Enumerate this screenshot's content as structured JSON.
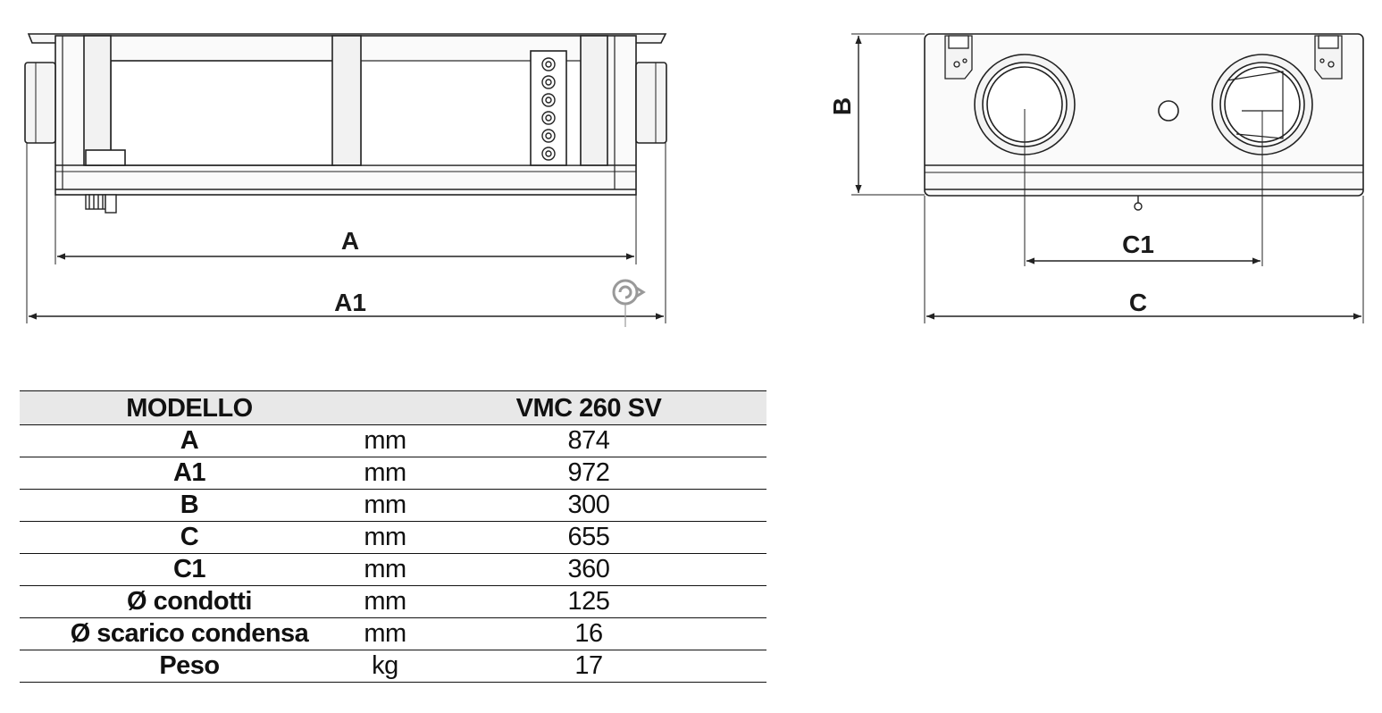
{
  "drawing": {
    "side_view": {
      "labels": {
        "a": "A",
        "a1": "A1"
      }
    },
    "front_view": {
      "labels": {
        "b": "B",
        "c1": "C1",
        "c": "C"
      }
    }
  },
  "table": {
    "header": {
      "model_label": "MODELLO",
      "model_name": "VMC 260 SV"
    },
    "rows": [
      {
        "name": "A",
        "unit": "mm",
        "value": "874"
      },
      {
        "name": "A1",
        "unit": "mm",
        "value": "972"
      },
      {
        "name": "B",
        "unit": "mm",
        "value": "300"
      },
      {
        "name": "C",
        "unit": "mm",
        "value": "655"
      },
      {
        "name": "C1",
        "unit": "mm",
        "value": "360"
      },
      {
        "name": "Ø condotti",
        "unit": "mm",
        "value": "125"
      },
      {
        "name": "Ø scarico condensa",
        "unit": "mm",
        "value": "16"
      },
      {
        "name": "Peso",
        "unit": "kg",
        "value": "17"
      }
    ]
  }
}
